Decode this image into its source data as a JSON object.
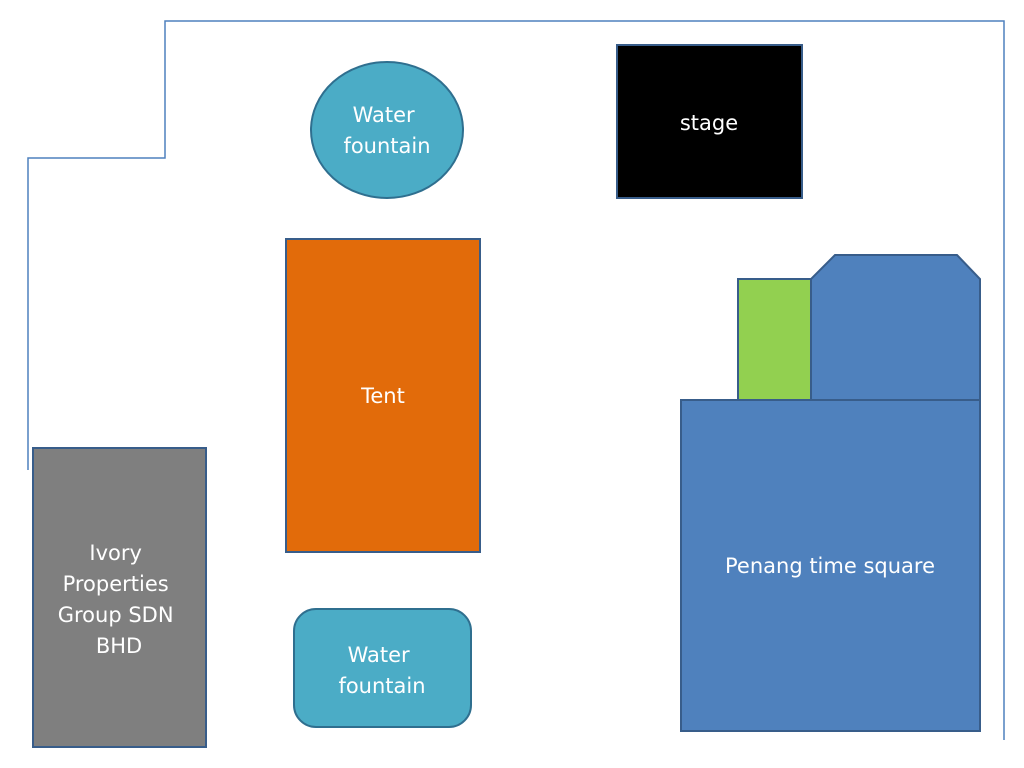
{
  "diagram": {
    "colors": {
      "boundary": "#4f81bd",
      "water_fountain_fill": "#4bacc6",
      "water_fountain_stroke": "#2f6f8f",
      "stage_fill": "#000000",
      "stage_stroke": "#385d8a",
      "tent_fill": "#e26b0a",
      "tent_stroke": "#385d8a",
      "ivory_fill": "#7f7f7f",
      "ivory_stroke": "#385d8a",
      "penang_fill": "#4f81bd",
      "penang_stroke": "#385d8a",
      "green_fill": "#92d050",
      "green_stroke": "#385d8a",
      "text": "#ffffff"
    },
    "labels": {
      "water_fountain_top": [
        "Water",
        "fountain"
      ],
      "stage": [
        "stage"
      ],
      "tent": [
        "Tent"
      ],
      "ivory": [
        "Ivory",
        "Properties",
        "Group SDN",
        "BHD"
      ],
      "water_fountain_bottom": [
        "Water",
        "fountain"
      ],
      "penang": [
        "Penang time square"
      ]
    }
  }
}
